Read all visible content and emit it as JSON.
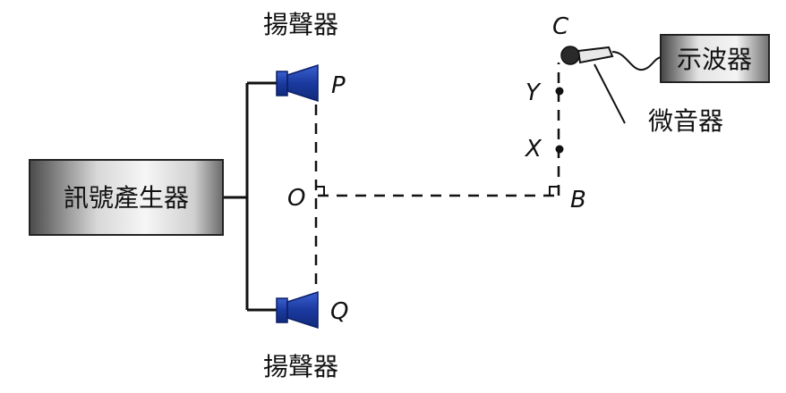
{
  "labels": {
    "speaker_top": "揚聲器",
    "speaker_bottom": "揚聲器",
    "signal_generator": "訊號產生器",
    "oscilloscope": "示波器",
    "microphone": "微音器"
  },
  "points": {
    "P": "P",
    "Q": "Q",
    "O": "O",
    "B": "B",
    "C": "C",
    "X": "X",
    "Y": "Y"
  },
  "colors": {
    "speaker_blue": "#1f3fa8",
    "box_dark": "#5c5c5c",
    "box_light": "#f2f2f2"
  }
}
